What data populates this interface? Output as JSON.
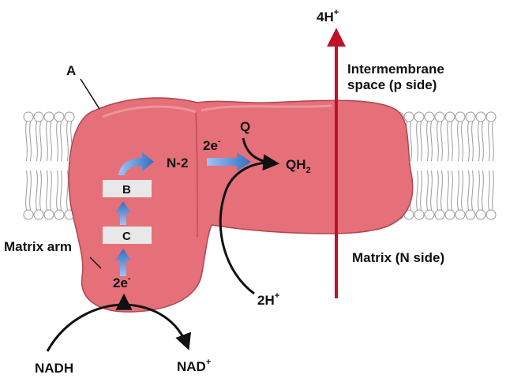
{
  "labels": {
    "top_protons": {
      "base": "4H",
      "sup": "+"
    },
    "intermembrane": {
      "line1": "Intermembrane",
      "line2": "space (p side)"
    },
    "matrix_side": "Matrix (N side)",
    "label_a": "A",
    "label_b": "B",
    "label_c": "C",
    "matrix_arm": "Matrix arm",
    "n2": "N-2",
    "electrons_top": {
      "base": "2e",
      "sup": "-"
    },
    "electrons_bottom": {
      "base": "2e",
      "sup": "-"
    },
    "q": "Q",
    "qh2": {
      "base": "QH",
      "sub": "2"
    },
    "protons_in": {
      "base": "2H",
      "sup": "+"
    },
    "nadh": "NADH",
    "nad": {
      "base": "NAD",
      "sup": "+"
    }
  },
  "colors": {
    "protein_fill": "#e5707a",
    "protein_stroke": "#b0444f",
    "proton_arrow": "#c0102a",
    "blue_arrow": "#2f6fc0",
    "membrane_head": "#ffffff",
    "membrane_line": "#9a9a9a"
  }
}
